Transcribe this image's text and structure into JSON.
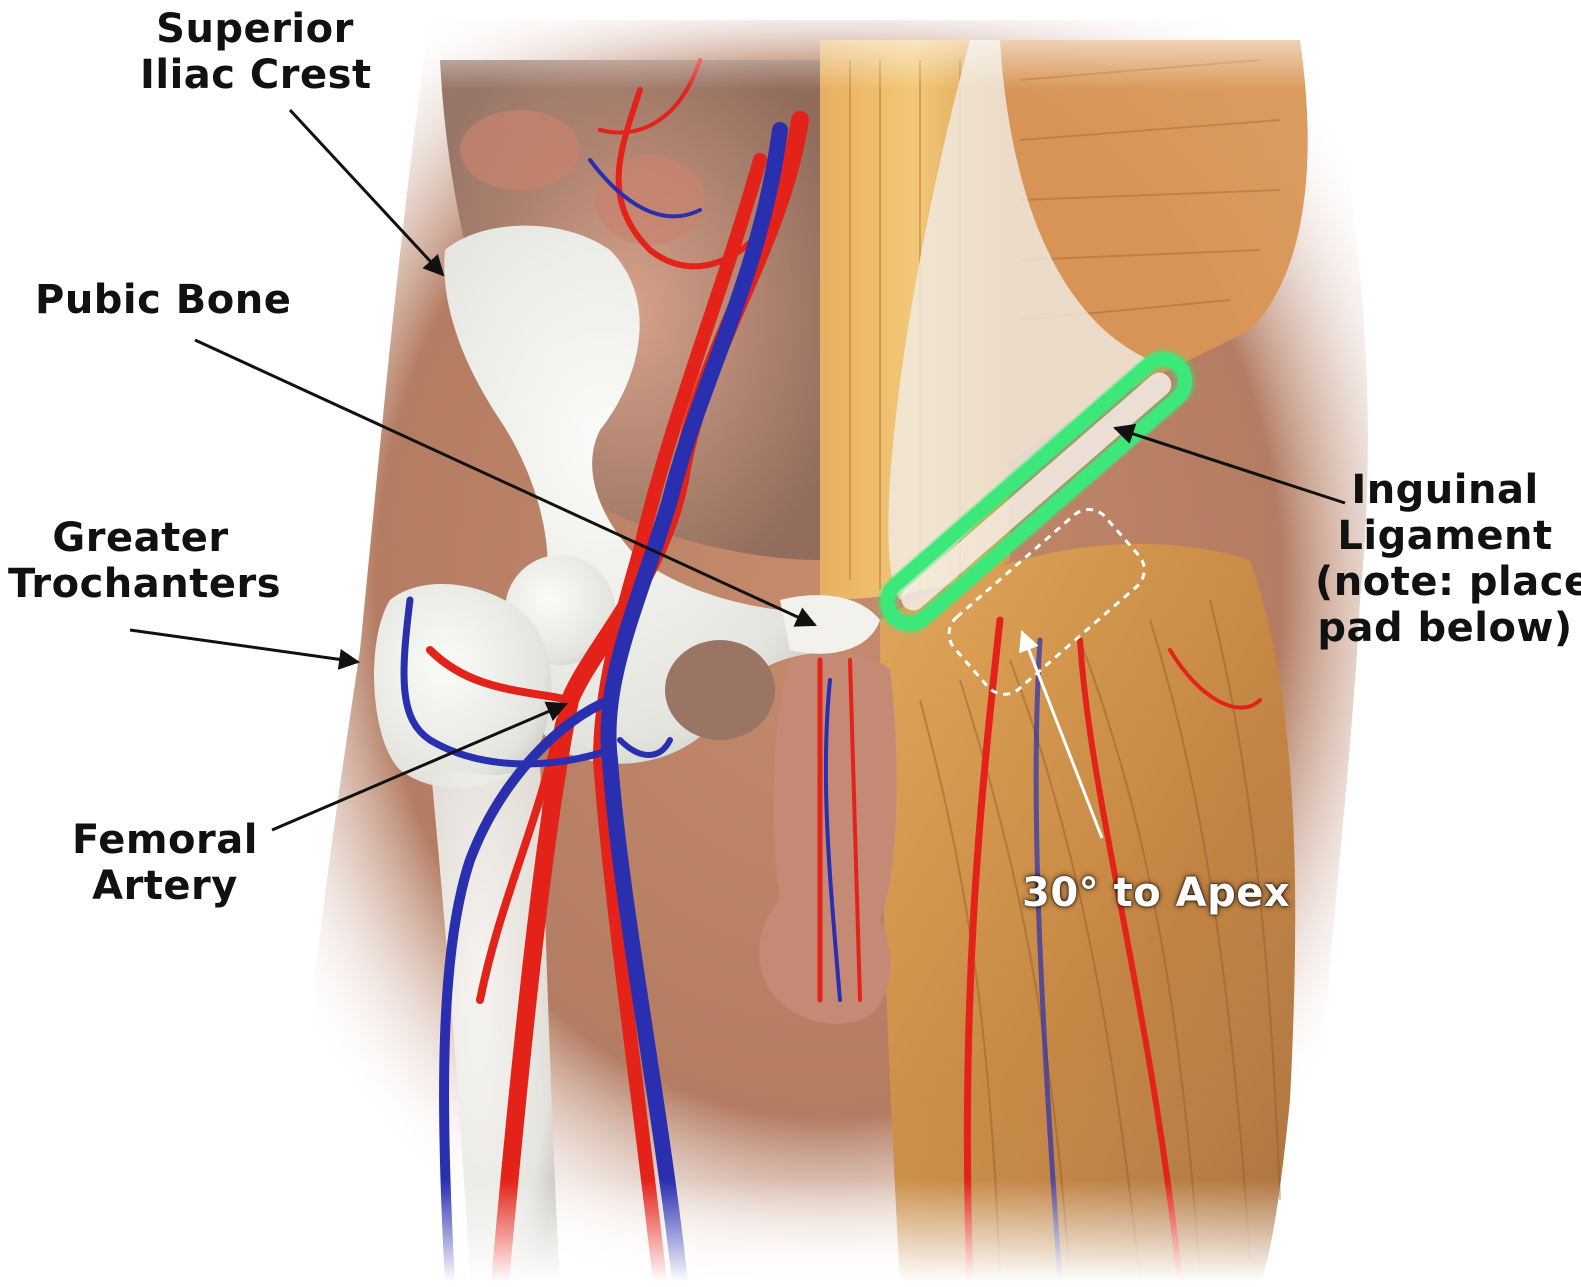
{
  "labels": {
    "superior_iliac_crest": [
      "Superior",
      "Iliac Crest"
    ],
    "pubic_bone": [
      "Pubic Bone"
    ],
    "greater_trochanters": [
      "Greater",
      "Trochanters"
    ],
    "femoral_artery": [
      "Femoral",
      "Artery"
    ],
    "inguinal_ligament": [
      "Inguinal",
      "Ligament",
      "(note: place",
      "pad below)"
    ],
    "apex": [
      "30° to Apex"
    ]
  },
  "colors": {
    "ligament_highlight": "#3ee87a",
    "artery": "#e3231a",
    "vein": "#2a2fb0",
    "bone": "#efefec",
    "muscle": "#c98b44",
    "skin": "#b9836a"
  }
}
